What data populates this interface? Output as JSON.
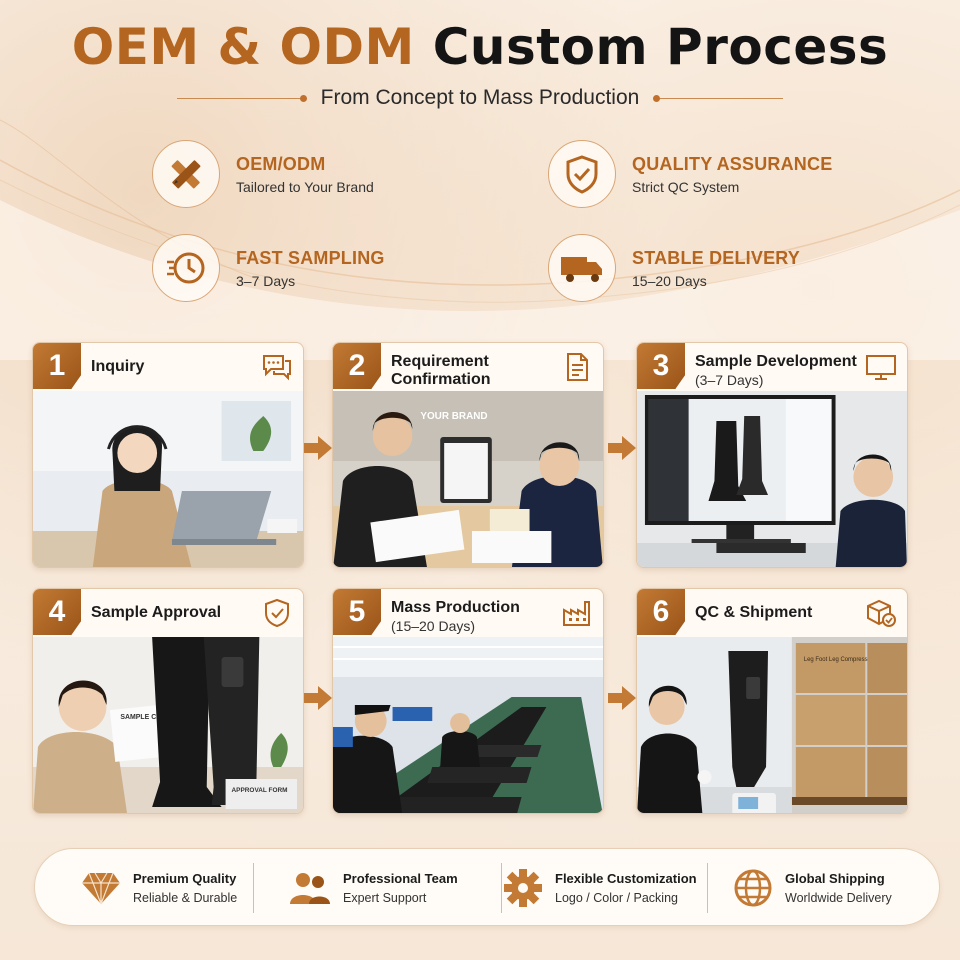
{
  "header": {
    "title_part1": "OEM & ODM",
    "title_part2": "Custom Process",
    "subtitle": "From Concept to Mass Production"
  },
  "features": [
    {
      "title": "OEM/ODM",
      "subtitle": "Tailored to Your Brand",
      "icon": "pencil-ruler-icon"
    },
    {
      "title": "QUALITY ASSURANCE",
      "subtitle": "Strict QC System",
      "icon": "shield-check-icon"
    },
    {
      "title": "FAST SAMPLING",
      "subtitle": "3–7 Days",
      "icon": "fast-clock-icon"
    },
    {
      "title": "STABLE DELIVERY",
      "subtitle": "15–20 Days",
      "icon": "truck-icon"
    }
  ],
  "steps": [
    {
      "number": "1",
      "title": "Inquiry",
      "detail": "",
      "icon": "chat-bubbles-icon"
    },
    {
      "number": "2",
      "title": "Requirement",
      "title_line2": "Confirmation",
      "detail": "",
      "icon": "document-icon",
      "photo_text": "YOUR BRAND"
    },
    {
      "number": "3",
      "title": "Sample Development",
      "detail": "(3–7 Days)",
      "icon": "monitor-icon"
    },
    {
      "number": "4",
      "title": "Sample Approval",
      "detail": "",
      "icon": "shield-check-icon",
      "photo_text": "SAMPLE CARD",
      "photo_text2": "APPROVAL FORM"
    },
    {
      "number": "5",
      "title": "Mass Production",
      "detail": "(15–20 Days)",
      "icon": "factory-icon"
    },
    {
      "number": "6",
      "title": "QC & Shipment",
      "detail": "",
      "icon": "box-check-icon",
      "photo_text": "Leg Foot Leg Compression Massager"
    }
  ],
  "benefits": [
    {
      "title": "Premium Quality",
      "subtitle": "Reliable & Durable",
      "icon": "diamond-icon"
    },
    {
      "title": "Professional Team",
      "subtitle": "Expert Support",
      "icon": "team-icon"
    },
    {
      "title": "Flexible Customization",
      "subtitle": "Logo / Color / Packing",
      "icon": "gear-icon"
    },
    {
      "title": "Global Shipping",
      "subtitle": "Worldwide Delivery",
      "icon": "globe-icon"
    }
  ],
  "colors": {
    "accent": "#b4651f",
    "accent_dark": "#9a5418",
    "background": "#f8ede2",
    "text": "#1c1c1c"
  }
}
